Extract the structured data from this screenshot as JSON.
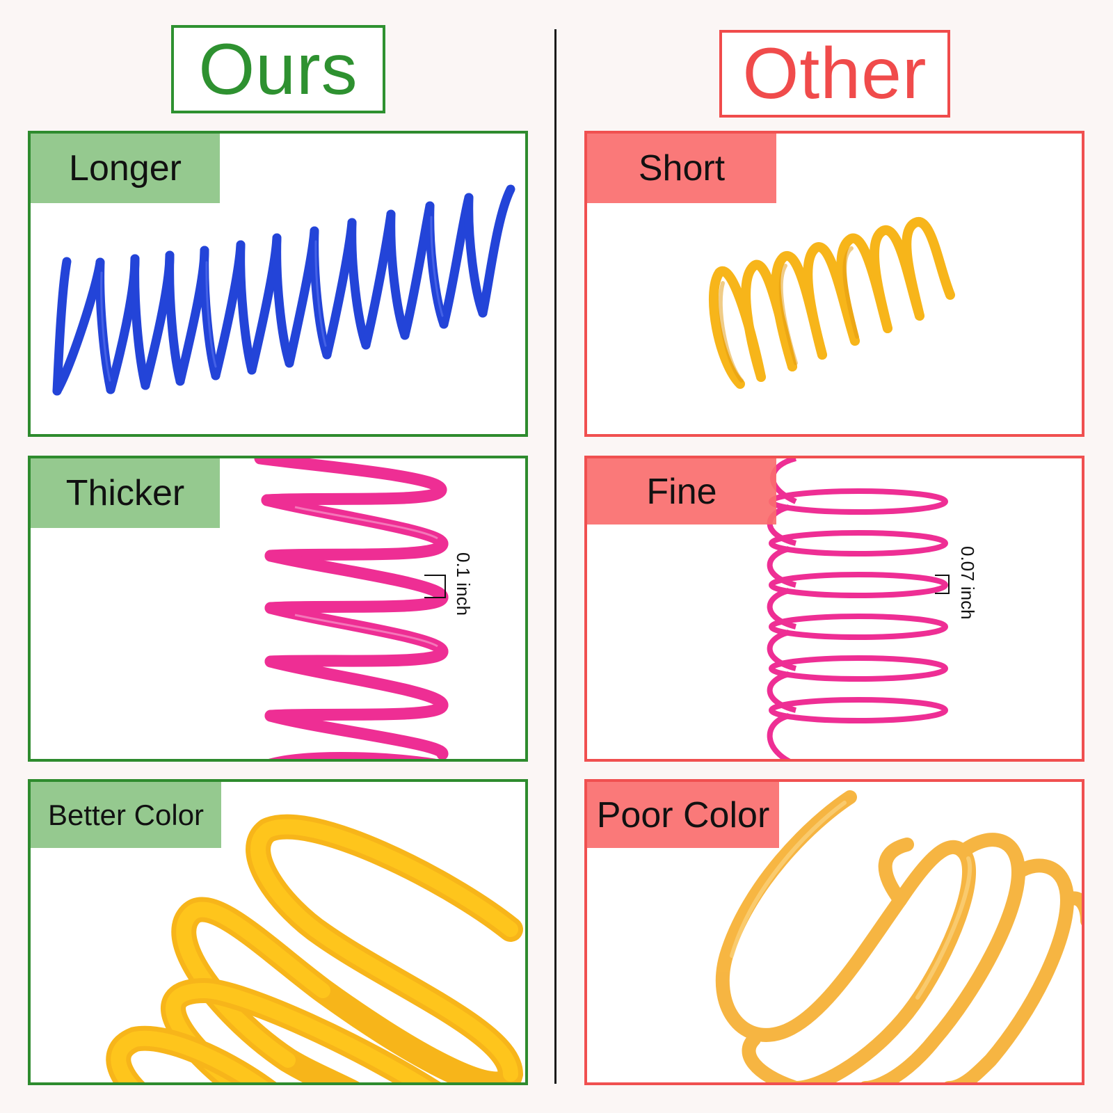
{
  "headers": {
    "ours": "Ours",
    "other": "Other"
  },
  "panels": {
    "longer": {
      "label": "Longer"
    },
    "thicker": {
      "label": "Thicker",
      "measure": "0.1 inch"
    },
    "better_color": {
      "label": "Better Color"
    },
    "short": {
      "label": "Short"
    },
    "fine": {
      "label": "Fine",
      "measure": "0.07 inch"
    },
    "poor_color": {
      "label": "Poor Color"
    }
  },
  "colors": {
    "ours_green": "#2e9130",
    "other_red": "#f04b4b",
    "coil_blue": "#2344d8",
    "coil_pink": "#ee2e94",
    "coil_yellow": "#f7b51a",
    "coil_yellow_bright": "#fec51c",
    "coil_yellow_dull": "#f6ae2e"
  }
}
